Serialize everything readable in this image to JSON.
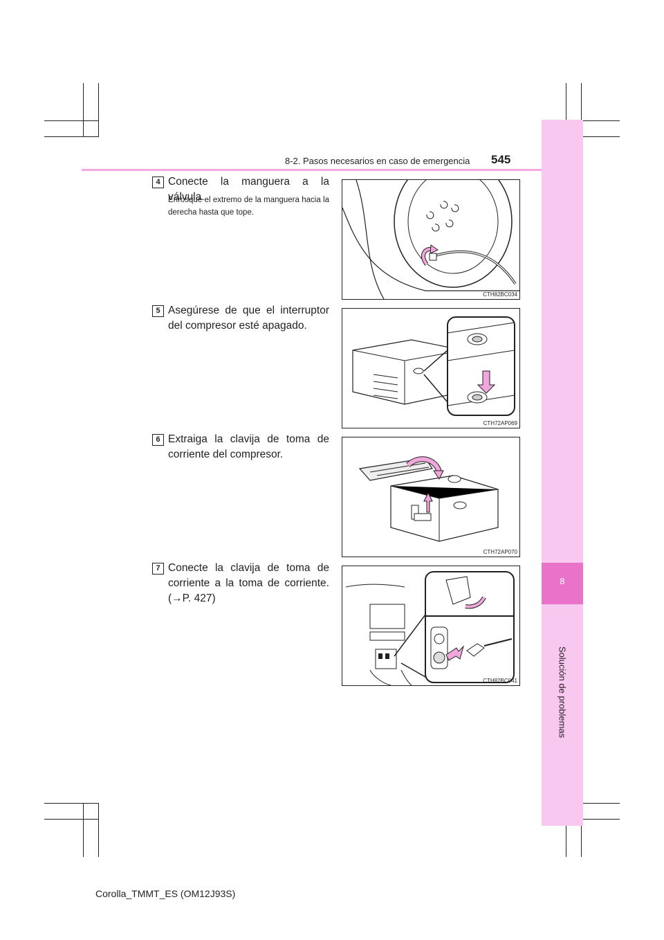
{
  "header": {
    "section_title": "8-2. Pasos necesarios en caso de emergencia",
    "page_number": "545"
  },
  "sidebar": {
    "chapter_number": "8",
    "chapter_title": "Solución de problemas"
  },
  "steps": [
    {
      "number": "4",
      "text": "Conecte la manguera a la válvula.",
      "subtext": "Enrosque el extremo de la manguera hacia la derecha hasta que tope.",
      "figure_code": "CTH82BC034"
    },
    {
      "number": "5",
      "text": "Asegúrese de que el interruptor del compresor esté apagado.",
      "figure_code": "CTH72AP069"
    },
    {
      "number": "6",
      "text": "Extraiga la clavija de toma de corriente del compresor.",
      "figure_code": "CTH72AP070"
    },
    {
      "number": "7",
      "text": "Conecte la clavija de toma de corriente a la toma de corriente. (→P. 427)",
      "figure_code": "CTH82BC041"
    }
  ],
  "footer": {
    "document_id": "Corolla_TMMT_ES (OM12J93S)"
  },
  "colors": {
    "sidebar_pink": "#f9c8f0",
    "chapter_magenta": "#e873c9",
    "header_rule_pink": "#f2a9e4",
    "arrow_pink": "#f0a8dc"
  }
}
